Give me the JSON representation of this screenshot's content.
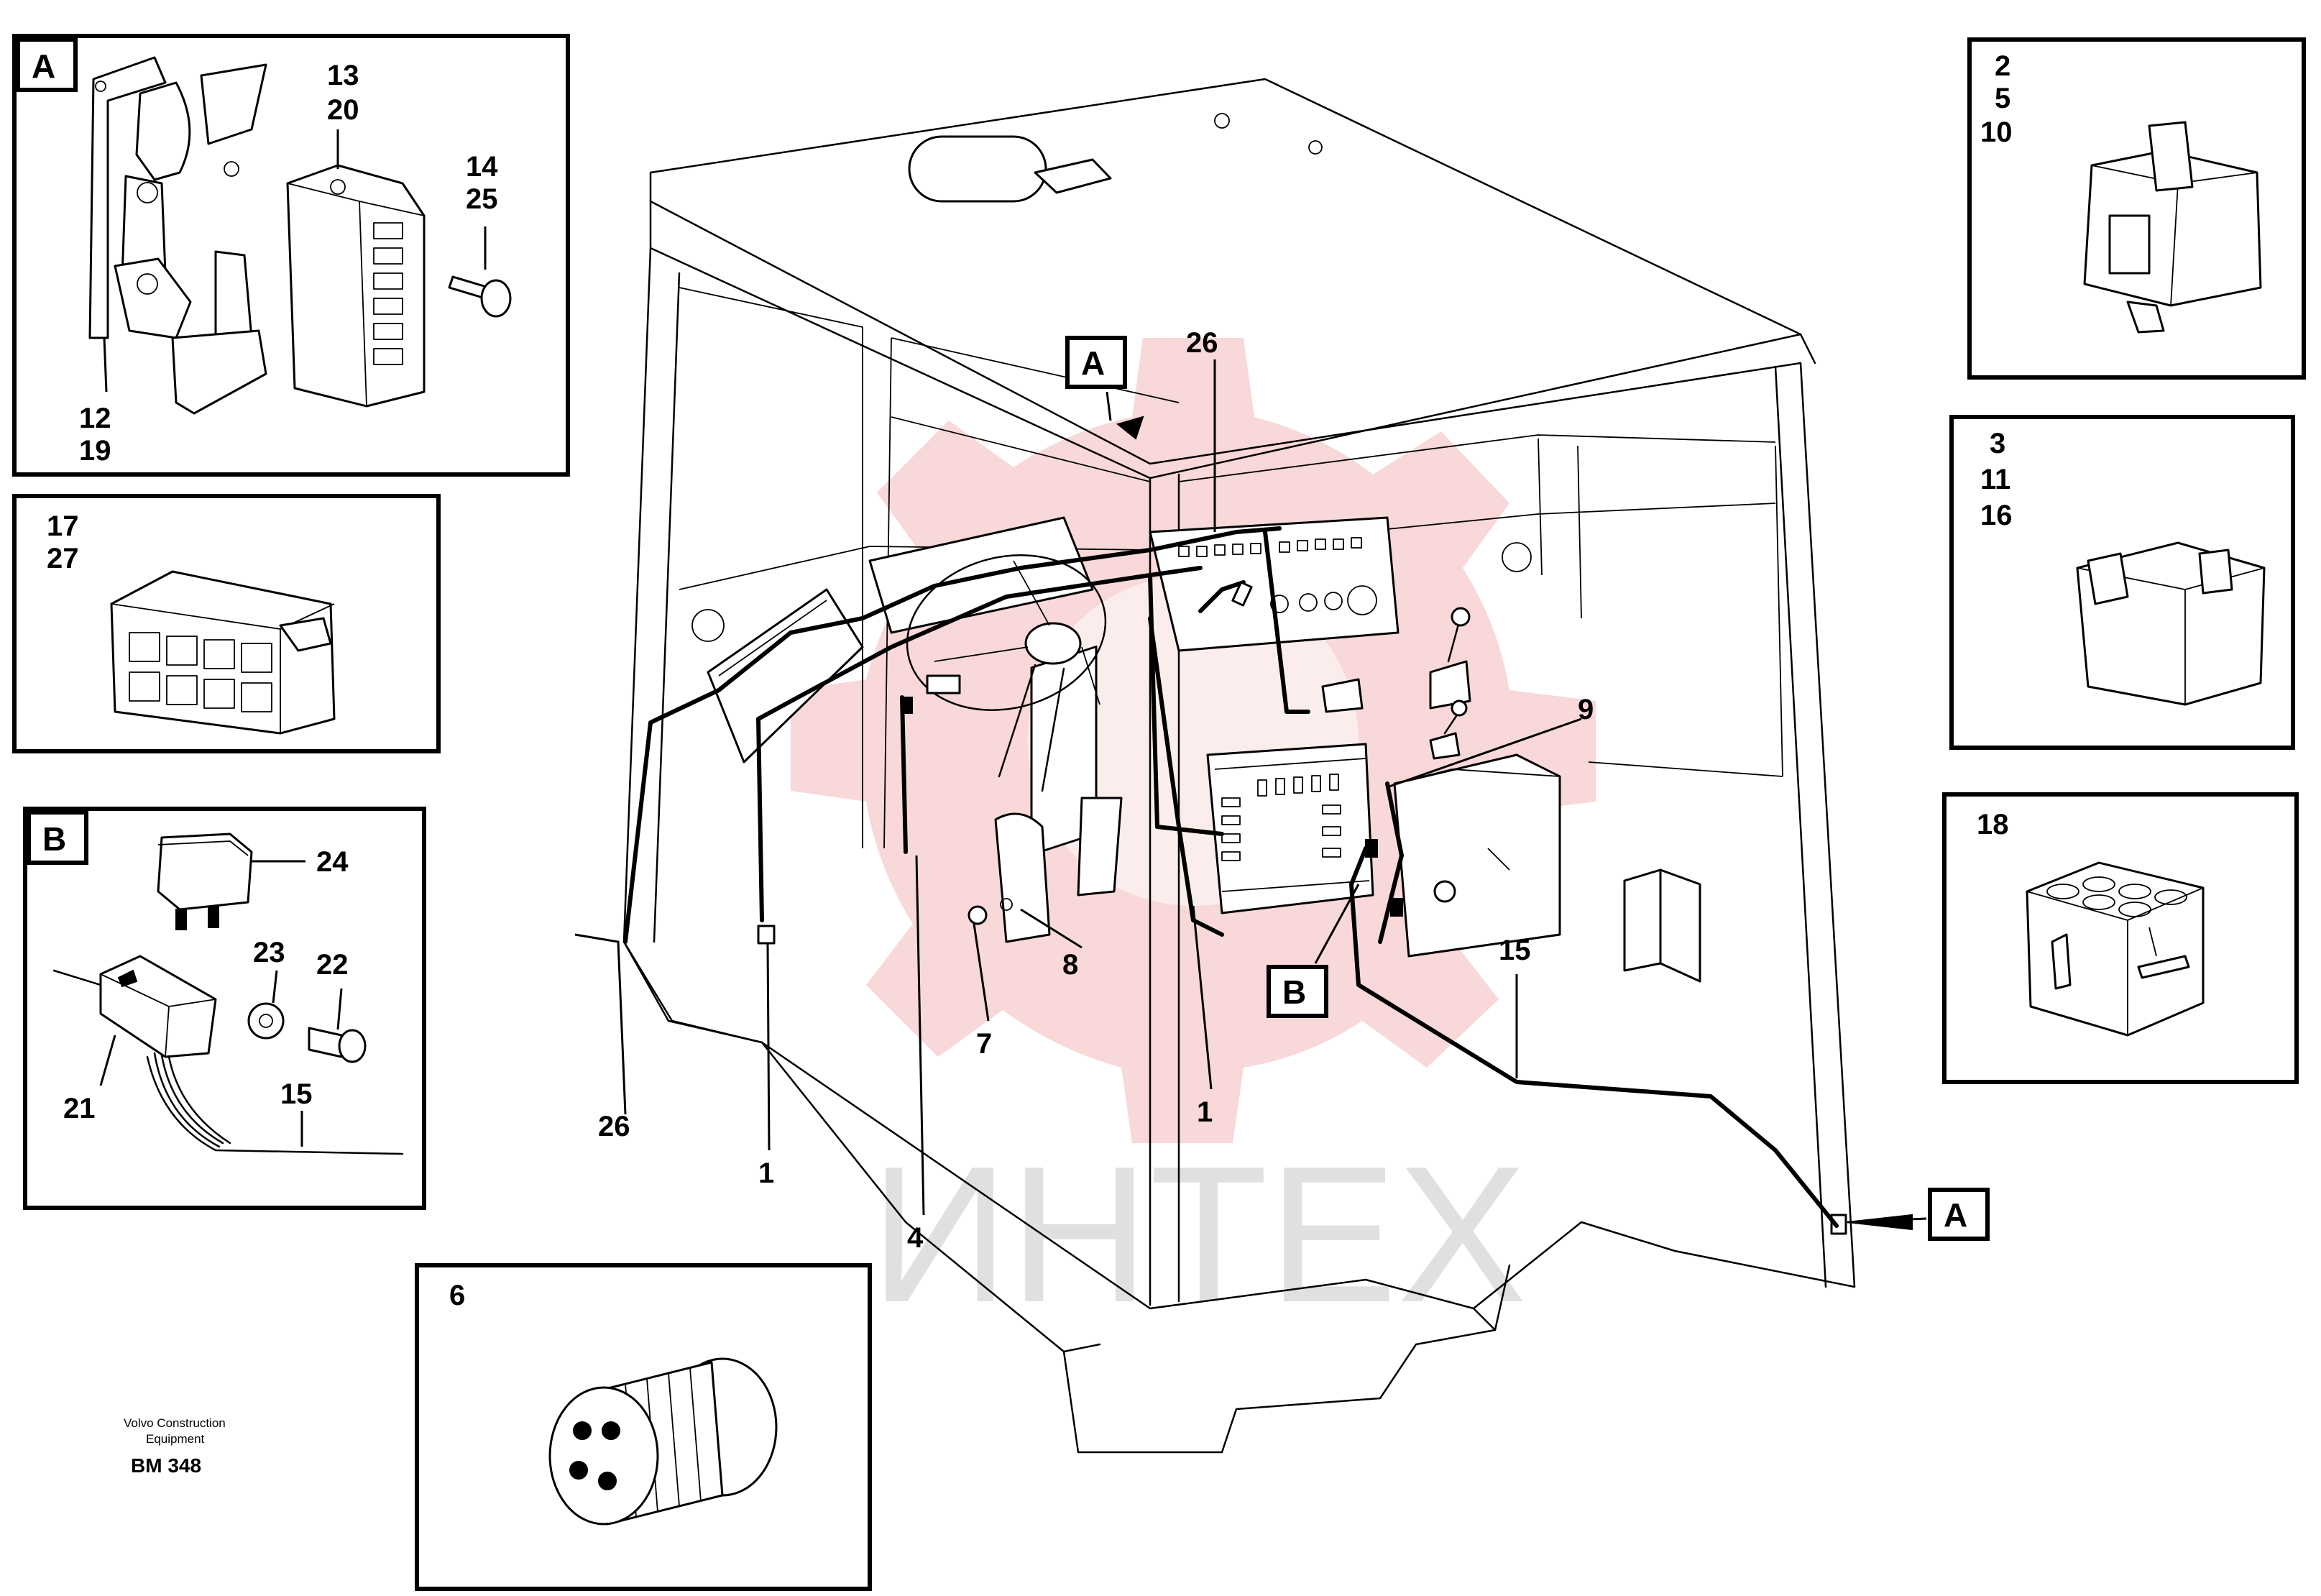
{
  "watermark": {
    "text": "ИНТЕХ"
  },
  "callouts": {
    "cab_A_upper": "A",
    "cab_A_lower": "A",
    "cab_B": "B",
    "c26_top": "26",
    "c26_left": "26",
    "c9": "9",
    "c15_cab": "15",
    "c8": "8",
    "c7": "7",
    "c1_left": "1",
    "c1_right": "1",
    "c4": "4"
  },
  "panels": {
    "A": {
      "tag": "A",
      "labels": {
        "p13_20": [
          "13",
          "20"
        ],
        "p14_25": [
          "14",
          "25"
        ],
        "p12_19": [
          "12",
          "19"
        ]
      }
    },
    "connector_17_27": {
      "labels": [
        "17",
        "27"
      ]
    },
    "B": {
      "tag": "B",
      "labels": {
        "p24": "24",
        "p23": "23",
        "p22": "22",
        "p21": "21",
        "p15": "15"
      }
    },
    "connector_6": {
      "label": "6"
    },
    "connector_2_5_10": {
      "labels": [
        "2",
        "5",
        "10"
      ]
    },
    "connector_3_11_16": {
      "labels": [
        "3",
        "11",
        "16"
      ]
    },
    "connector_18": {
      "label": "18"
    }
  },
  "footer": {
    "line1": "Volvo Construction",
    "line2": "Equipment",
    "ref": "BM 348"
  }
}
